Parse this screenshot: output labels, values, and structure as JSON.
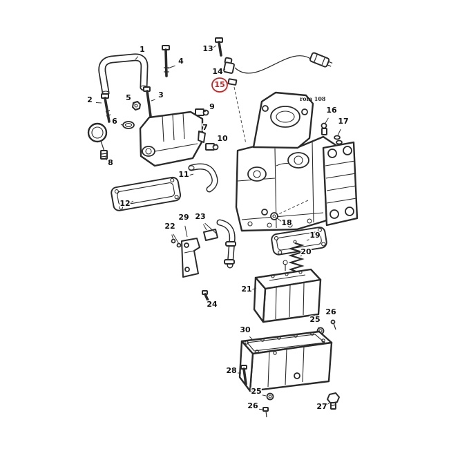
{
  "diagram": {
    "case_label": "rom 108",
    "highlight": {
      "part_number": "15",
      "color": "#cc2020"
    },
    "line_color": "#333333",
    "parts": [
      {
        "number": "1",
        "label": [
          206,
          75
        ],
        "targets": [
          [
            196,
            86
          ]
        ]
      },
      {
        "number": "2",
        "label": [
          130,
          148
        ],
        "targets": [
          [
            147,
            149
          ]
        ]
      },
      {
        "number": "3",
        "label": [
          233,
          141
        ],
        "targets": [
          [
            219,
            146
          ]
        ]
      },
      {
        "number": "4",
        "label": [
          262,
          92
        ],
        "targets": [
          [
            243,
            99
          ]
        ]
      },
      {
        "number": "5",
        "label": [
          186,
          145
        ],
        "targets": [
          [
            195,
            151
          ]
        ]
      },
      {
        "number": "6",
        "label": [
          166,
          179
        ],
        "targets": [
          [
            178,
            181
          ]
        ]
      },
      {
        "number": "7",
        "label": [
          297,
          188
        ],
        "targets": [
          [
            290,
            192
          ]
        ]
      },
      {
        "number": "8",
        "label": [
          160,
          239
        ],
        "targets": [
          [
            152,
            228
          ]
        ]
      },
      {
        "number": "9",
        "label": [
          307,
          158
        ],
        "targets": [
          [
            295,
            162
          ]
        ]
      },
      {
        "number": "10",
        "label": [
          322,
          204
        ],
        "targets": [
          [
            309,
            212
          ]
        ]
      },
      {
        "number": "11",
        "label": [
          266,
          256
        ],
        "targets": [
          [
            280,
            252
          ]
        ]
      },
      {
        "number": "12",
        "label": [
          181,
          298
        ],
        "targets": [
          [
            193,
            291
          ]
        ]
      },
      {
        "number": "13",
        "label": [
          301,
          74
        ],
        "targets": [
          [
            313,
            66
          ]
        ]
      },
      {
        "number": "14",
        "label": [
          315,
          107
        ],
        "targets": [
          [
            326,
            100
          ]
        ]
      },
      {
        "number": "15",
        "label": [
          318,
          126
        ],
        "targets": [
          [
            331,
            120
          ]
        ],
        "highlighted": true
      },
      {
        "number": "16",
        "label": [
          480,
          163
        ],
        "targets": [
          [
            470,
            180
          ]
        ]
      },
      {
        "number": "17",
        "label": [
          497,
          179
        ],
        "targets": [
          [
            489,
            196
          ]
        ]
      },
      {
        "number": "18",
        "label": [
          415,
          326
        ],
        "targets": [
          [
            400,
            315
          ]
        ]
      },
      {
        "number": "19",
        "label": [
          456,
          344
        ],
        "targets": [
          [
            444,
            348
          ]
        ]
      },
      {
        "number": "20",
        "label": [
          443,
          368
        ],
        "targets": [
          [
            437,
            370
          ]
        ]
      },
      {
        "number": "21",
        "label": [
          357,
          422
        ],
        "targets": [
          [
            371,
            417
          ]
        ]
      },
      {
        "number": "22",
        "label": [
          246,
          331
        ],
        "targets": [
          [
            251,
            347
          ],
          [
            259,
            353
          ]
        ]
      },
      {
        "number": "23",
        "label": [
          290,
          317
        ],
        "targets": [
          [
            299,
            333
          ],
          [
            313,
            338
          ]
        ]
      },
      {
        "number": "24",
        "label": [
          307,
          444
        ],
        "targets": [
          [
            300,
            434
          ]
        ]
      },
      {
        "number": "25",
        "label": [
          456,
          466
        ],
        "targets": [
          [
            462,
            476
          ]
        ]
      },
      {
        "number": "26",
        "label": [
          479,
          455
        ],
        "targets": [
          [
            482,
            465
          ]
        ]
      },
      {
        "number": "27",
        "label": [
          466,
          592
        ],
        "targets": [
          [
            477,
            583
          ]
        ]
      },
      {
        "number": "28",
        "label": [
          335,
          540
        ],
        "targets": [
          [
            349,
            540
          ]
        ]
      },
      {
        "number": "29",
        "label": [
          266,
          318
        ],
        "targets": [
          [
            271,
            343
          ]
        ]
      },
      {
        "number": "30",
        "label": [
          355,
          481
        ],
        "targets": [
          [
            366,
            492
          ]
        ]
      },
      {
        "number": "25",
        "label": [
          371,
          570
        ],
        "targets": [
          [
            385,
            573
          ]
        ]
      },
      {
        "number": "26",
        "label": [
          366,
          591
        ],
        "targets": [
          [
            380,
            593
          ]
        ]
      }
    ]
  }
}
